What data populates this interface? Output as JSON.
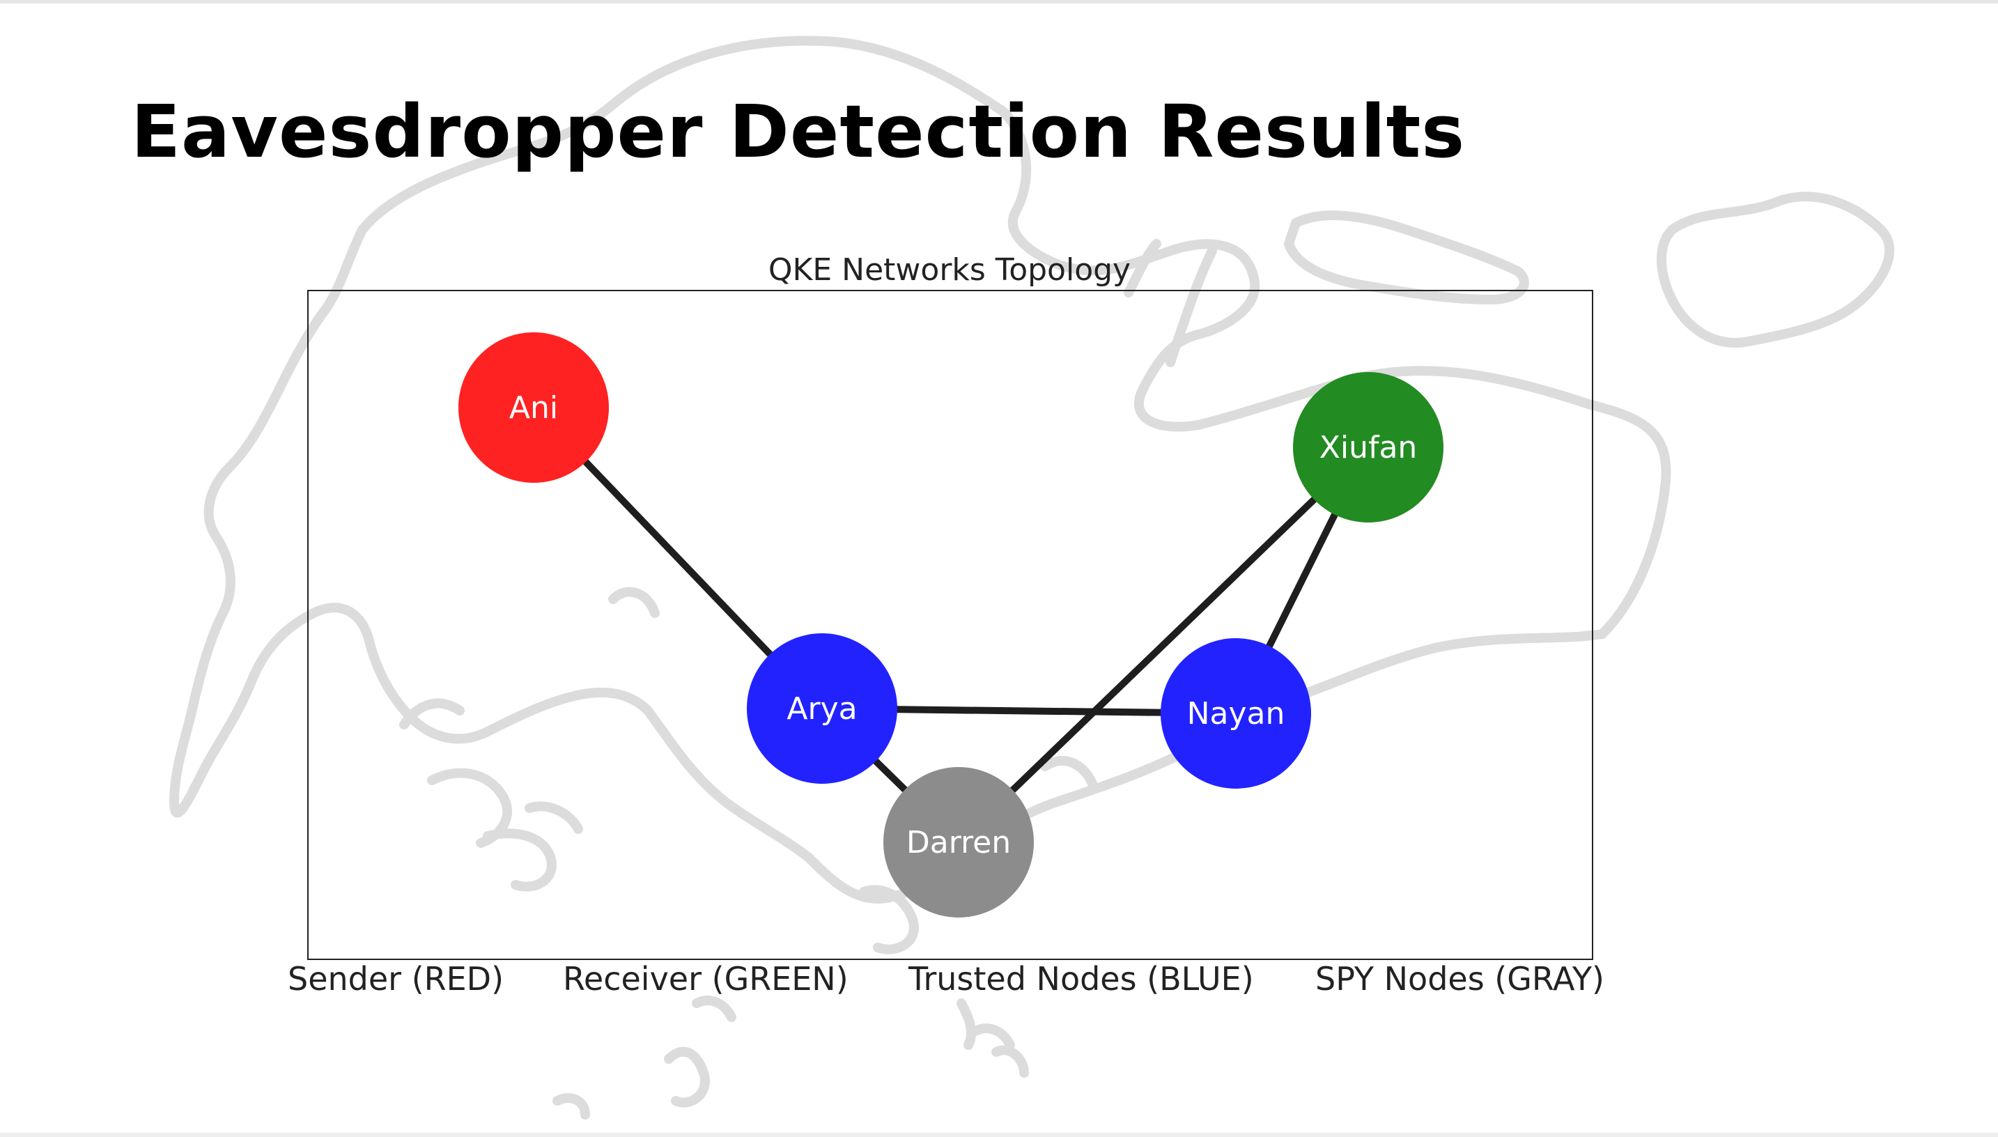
{
  "slide": {
    "title": "Eavesdropper Detection Results"
  },
  "diagram": {
    "title": "QKE Networks Topology",
    "colors": {
      "sender": "#ff2222",
      "receiver": "#228b22",
      "trusted": "#2222ff",
      "spy": "#8c8c8c",
      "edge": "#1e1e1e"
    },
    "nodes": [
      {
        "id": "ani",
        "label": "Ani",
        "role": "sender"
      },
      {
        "id": "arya",
        "label": "Arya",
        "role": "trusted"
      },
      {
        "id": "darren",
        "label": "Darren",
        "role": "spy"
      },
      {
        "id": "nayan",
        "label": "Nayan",
        "role": "trusted"
      },
      {
        "id": "xiufan",
        "label": "Xiufan",
        "role": "receiver"
      }
    ],
    "edges": [
      [
        "ani",
        "arya"
      ],
      [
        "arya",
        "nayan"
      ],
      [
        "arya",
        "darren"
      ],
      [
        "darren",
        "xiufan"
      ],
      [
        "nayan",
        "xiufan"
      ]
    ],
    "legend": [
      {
        "label": "Sender (RED)"
      },
      {
        "label": "Receiver (GREEN)"
      },
      {
        "label": "Trusted Nodes (BLUE)"
      },
      {
        "label": "SPY Nodes (GRAY)"
      }
    ]
  }
}
